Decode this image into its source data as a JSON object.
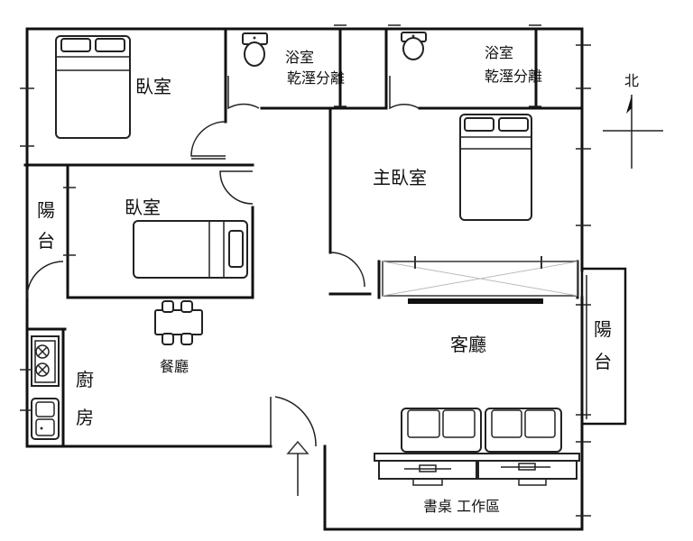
{
  "labels": {
    "bedroom_1": "臥室",
    "bathroom_1_line1": "浴室",
    "bathroom_1_line2": "乾溼分離",
    "bathroom_2_line1": "浴室",
    "bathroom_2_line2": "乾溼分離",
    "north": "北",
    "master_bedroom": "主臥室",
    "bedroom_2": "臥室",
    "balcony_left_1": "陽",
    "balcony_left_2": "台",
    "dining": "餐廳",
    "living": "客廳",
    "balcony_right_1": "陽",
    "balcony_right_2": "台",
    "kitchen_1": "廚",
    "kitchen_2": "房",
    "desk_area": "書桌 工作區"
  }
}
